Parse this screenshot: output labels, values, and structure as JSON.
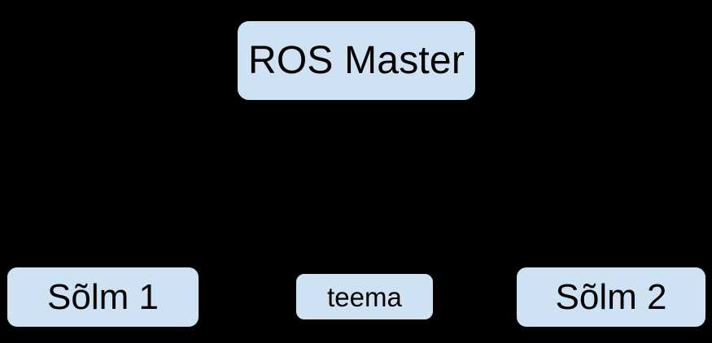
{
  "diagram": {
    "background_color": "#000000",
    "node_fill_color": "#cfe2f3",
    "node_text_color": "#000000",
    "edge_color": "#000000",
    "nodes": [
      {
        "id": "ros-master",
        "label": "ROS Master"
      },
      {
        "id": "solm-1",
        "label": "Sõlm 1"
      },
      {
        "id": "teema",
        "label": "teema"
      },
      {
        "id": "solm-2",
        "label": "Sõlm 2"
      }
    ],
    "edges": [
      {
        "from": "solm-1",
        "to": "ros-master"
      },
      {
        "from": "solm-2",
        "to": "ros-master"
      },
      {
        "from": "solm-1",
        "to": "teema"
      },
      {
        "from": "teema",
        "to": "solm-2"
      }
    ]
  }
}
